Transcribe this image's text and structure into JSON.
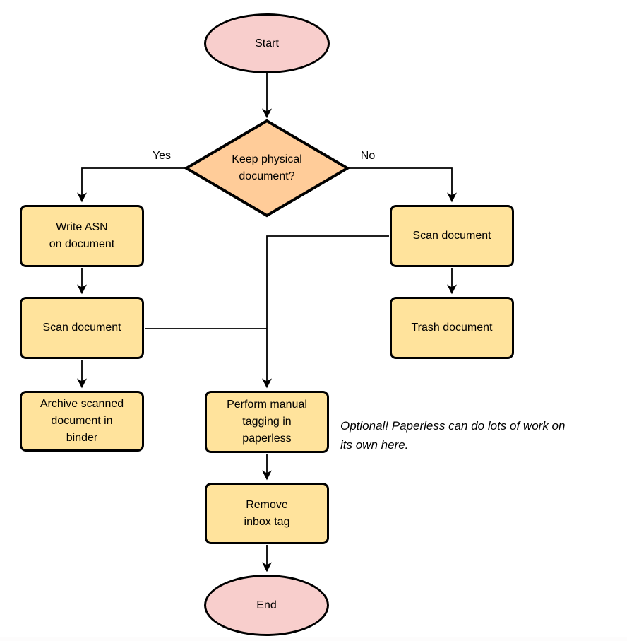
{
  "palette": {
    "terminal_fill": "#f8cecc",
    "decision_fill": "#ffcc99",
    "process_fill": "#ffe39c",
    "stroke": "#000000",
    "footer_line": "#ececec"
  },
  "nodes": {
    "start": {
      "label": "Start"
    },
    "decision": {
      "label": "Keep physical\ndocument?"
    },
    "write_asn": {
      "label": "Write ASN\non document"
    },
    "scan_left": {
      "label": "Scan document"
    },
    "archive": {
      "label": "Archive scanned\ndocument in\nbinder"
    },
    "scan_right": {
      "label": "Scan document"
    },
    "trash": {
      "label": "Trash document"
    },
    "tagging": {
      "label": "Perform manual\ntagging in\npaperless"
    },
    "remove_inbox": {
      "label": "Remove\ninbox tag"
    },
    "end": {
      "label": "End"
    }
  },
  "edge_labels": {
    "yes": "Yes",
    "no": "No"
  },
  "note": {
    "text": "Optional! Paperless can do lots of work on\nits own here."
  }
}
